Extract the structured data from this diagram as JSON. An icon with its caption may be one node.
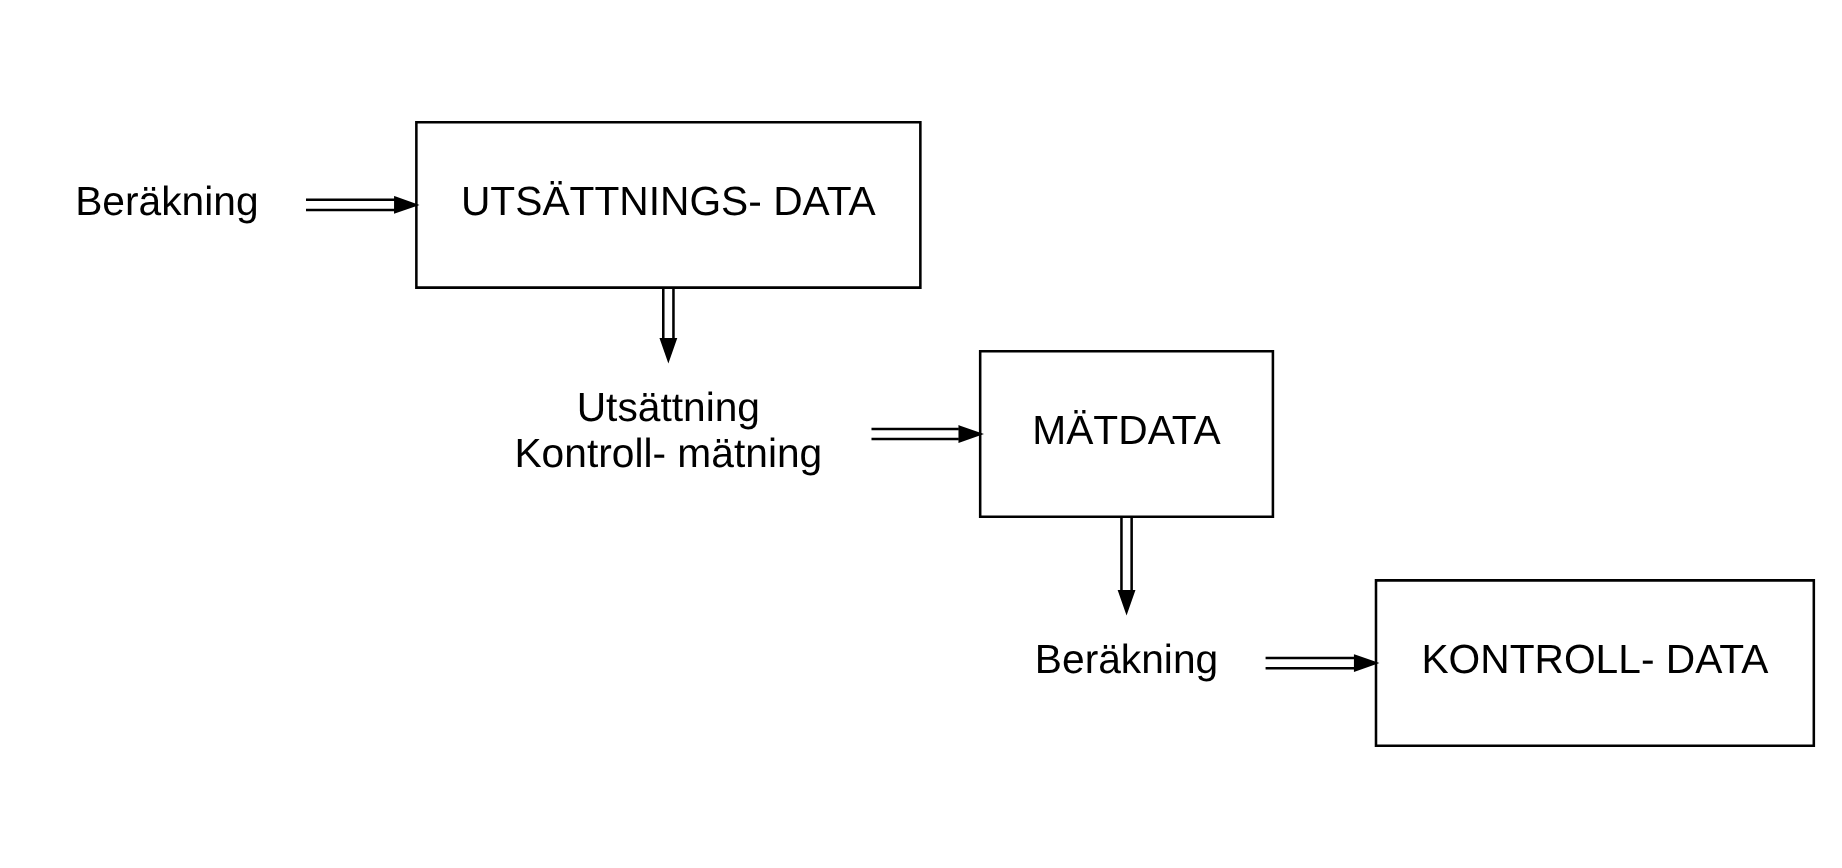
{
  "diagram": {
    "nodes": [
      {
        "text": [
          "Beräkning"
        ]
      },
      {
        "text": [
          "UTSÄTTNINGS- DATA"
        ]
      },
      {
        "text": [
          "Utsättning",
          "Kontroll- mätning"
        ]
      },
      {
        "text": [
          "MÄTDATA"
        ]
      },
      {
        "text": [
          "Beräkning"
        ]
      },
      {
        "text": [
          "KONTROLL- DATA"
        ]
      }
    ],
    "edges": [
      {
        "from": 0,
        "to": 1,
        "arrow": "to"
      },
      {
        "from": 1,
        "to": 2,
        "arrow": "to"
      },
      {
        "from": 2,
        "to": 3,
        "arrow": "to"
      },
      {
        "from": 3,
        "to": 4,
        "arrow": "to"
      },
      {
        "from": 4,
        "to": 5,
        "arrow": "to"
      }
    ]
  }
}
